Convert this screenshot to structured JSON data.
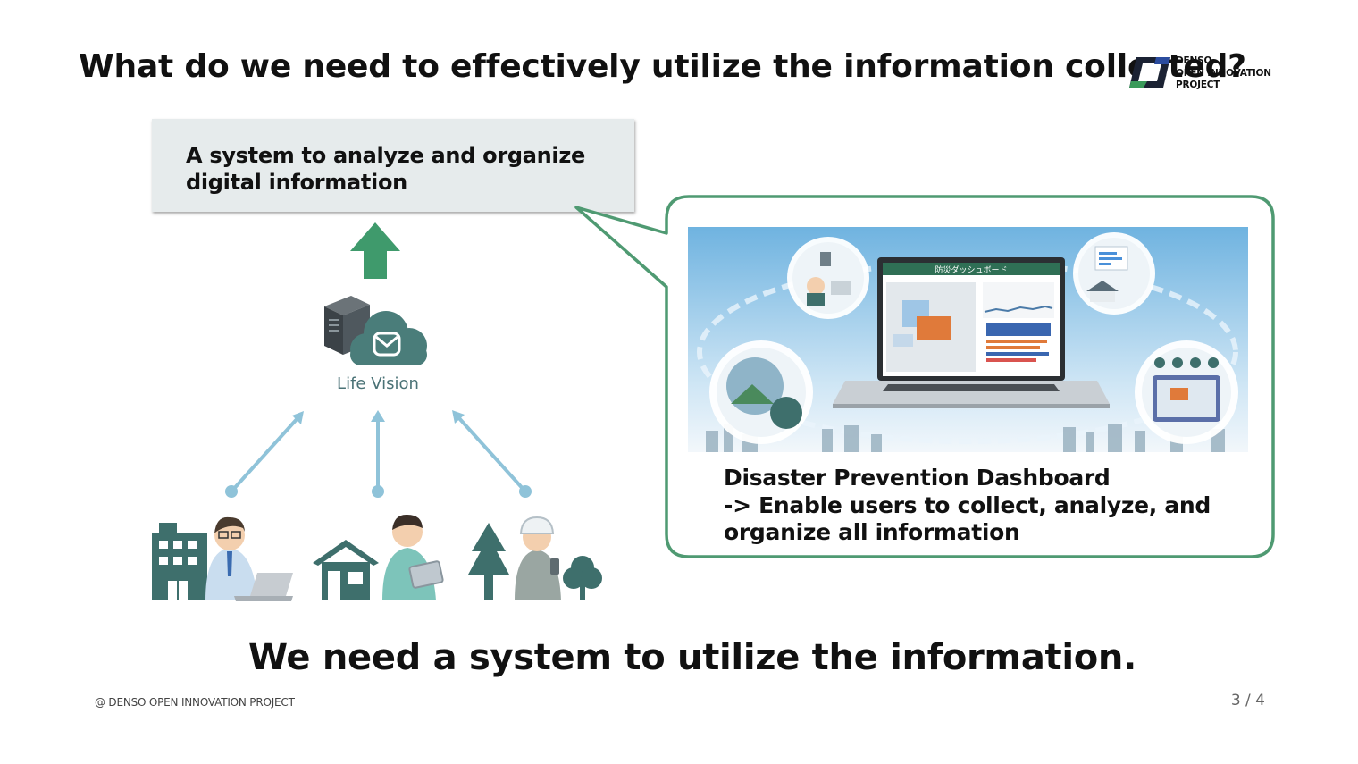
{
  "slide": {
    "title": "What do we need to effectively utilize the information collected?",
    "logo": {
      "line1": "DENSO",
      "line2": "OPEN INNOVATION",
      "line3": "PROJECT"
    },
    "system_box": {
      "line1": "A system to analyze and organize",
      "line2": "digital information"
    },
    "life_vision_label": "Life Vision",
    "dashboard": {
      "screen_title": "防災ダッシュボード",
      "caption_line1": "Disaster Prevention Dashboard",
      "caption_line2": "-> Enable users to collect, analyze, and",
      "caption_line3": "organize all information"
    },
    "conclusion": "We need a system to utilize the information.",
    "footer": "@ DENSO OPEN INNOVATION PROJECT",
    "page_number": "3 / 4"
  },
  "colors": {
    "accent_green": "#3f9a6c",
    "callout_border": "#4f9a72",
    "arrow_blue": "#8fc3d9",
    "dark_teal": "#3e6f6c",
    "box_gray": "#e6ebec"
  },
  "icons": [
    "denso-logo-icon",
    "up-arrow-icon",
    "server-icon",
    "cloud-mail-icon",
    "office-building-icon",
    "house-icon",
    "tree-icon",
    "office-worker-icon",
    "resident-icon",
    "field-worker-icon",
    "laptop-dashboard-icon"
  ]
}
